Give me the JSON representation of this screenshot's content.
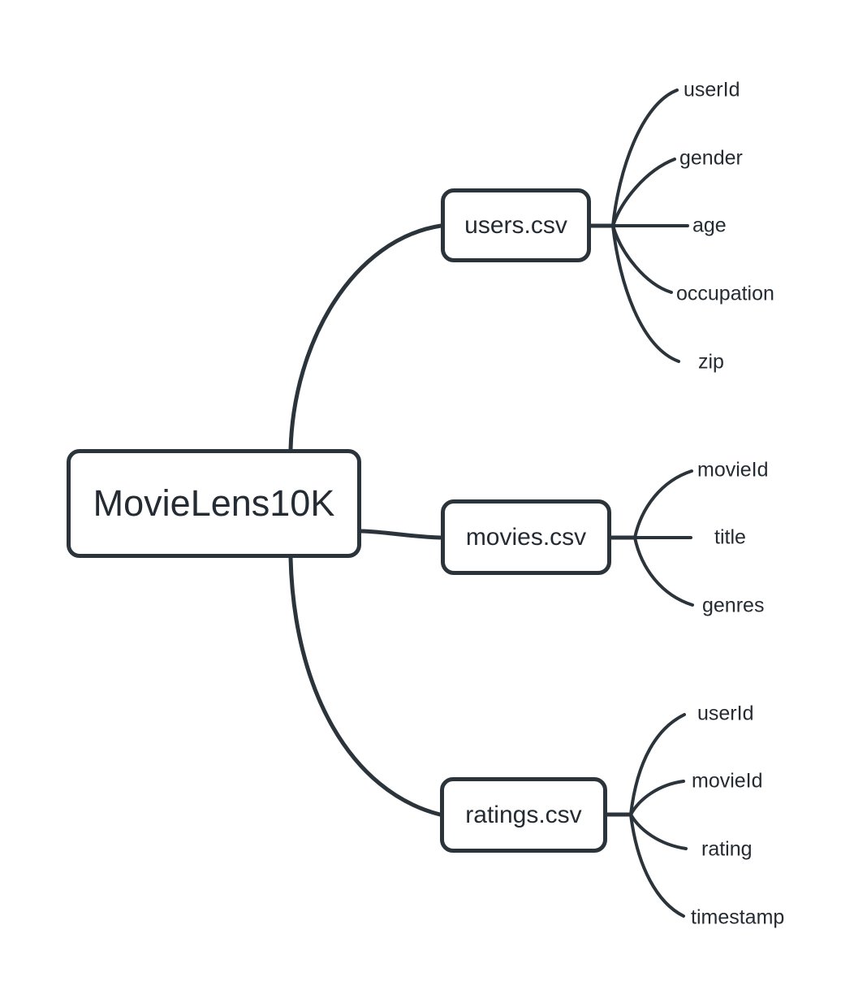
{
  "diagram": {
    "type": "mindmap",
    "root": {
      "label": "MovieLens10K"
    },
    "branches": [
      {
        "label": "users.csv",
        "children": [
          "userId",
          "gender",
          "age",
          "occupation",
          "zip"
        ]
      },
      {
        "label": "movies.csv",
        "children": [
          "movieId",
          "title",
          "genres"
        ]
      },
      {
        "label": "ratings.csv",
        "children": [
          "userId",
          "movieId",
          "rating",
          "timestamp"
        ]
      }
    ],
    "colors": {
      "stroke": "#2b333b",
      "text": "#242b32",
      "background": "#ffffff"
    }
  }
}
